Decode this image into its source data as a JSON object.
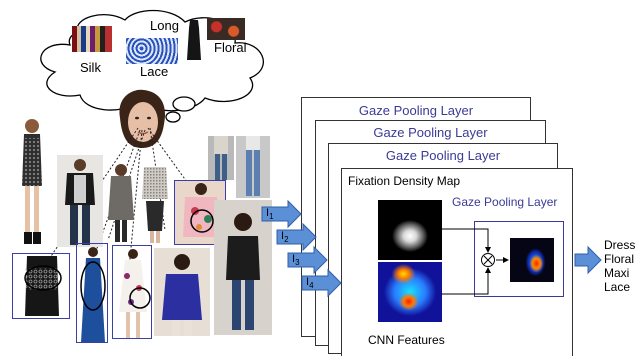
{
  "thought_bubble": {
    "words": [
      "Long",
      "Floral",
      "Silk",
      "Lace"
    ]
  },
  "gaze_pooling_layer_label": "Gaze Pooling Layer",
  "stack_panel_titles": [
    "Gaze Pooling Layer",
    "Gaze Pooling Layer",
    "Gaze Pooling Layer"
  ],
  "front_panel": {
    "fixation_label": "Fixation Density Map",
    "inner_title": "Gaze Pooling Layer",
    "cnn_label": "CNN Features"
  },
  "image_inputs": [
    "I",
    "I",
    "I",
    "I"
  ],
  "image_input_subscripts": [
    "1",
    "2",
    "3",
    "4"
  ],
  "output_attributes": [
    "Dress",
    "Floral",
    "Maxi",
    "Lace"
  ],
  "colors": {
    "panel_title": "#3b3a96",
    "arrow_fill": "#5b8fd6",
    "arrow_stroke": "#2f5fa8",
    "photo_border": "#3b3fa8"
  },
  "icons": {
    "multiply": "circled-times-icon"
  }
}
